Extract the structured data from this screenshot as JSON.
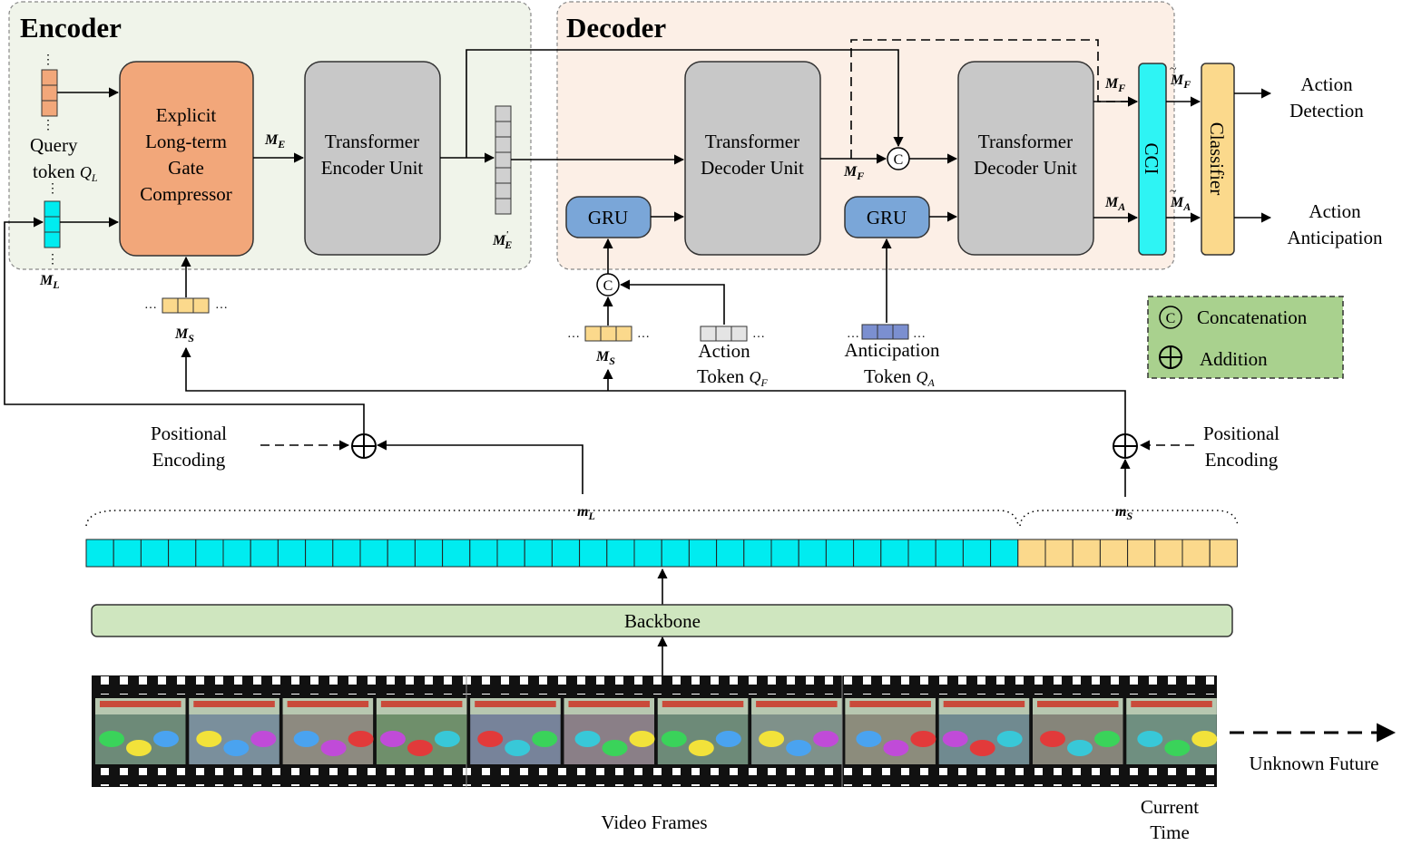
{
  "encoder": {
    "title": "Encoder",
    "query_token": [
      "Query",
      "token"
    ],
    "query_symbol": "Q",
    "query_sub": "L",
    "gate": [
      "Explicit",
      "Long-term",
      "Gate",
      "Compressor"
    ],
    "transformer": [
      "Transformer",
      "Encoder Unit"
    ],
    "me_label": "M",
    "me_sub": "E",
    "me_prime_label": "M",
    "me_prime_sub": "E",
    "ml_label": "M",
    "ml_sub": "L",
    "ms_label": "M",
    "ms_sub": "S"
  },
  "decoder": {
    "title": "Decoder",
    "gru": "GRU",
    "transformer": [
      "Transformer",
      "Decoder Unit"
    ],
    "mf_label": "M",
    "mf_sub": "F",
    "ma_label": "M",
    "ma_sub": "A",
    "cci": "CCI",
    "classifier": "Classifier",
    "action_token": [
      "Action",
      "Token"
    ],
    "action_symbol": "Q",
    "action_sub": "F",
    "anticipation_token": [
      "Anticipation",
      "Token"
    ],
    "anticipation_symbol": "Q",
    "anticipation_sub": "A",
    "ms_label": "M",
    "ms_sub": "S"
  },
  "outputs": {
    "detection": [
      "Action",
      "Detection"
    ],
    "anticipation": [
      "Action",
      "Anticipation"
    ]
  },
  "legend": {
    "concat_symbol": "C",
    "concat": "Concatenation",
    "addition": "Addition"
  },
  "positional_encoding": [
    "Positional",
    "Encoding"
  ],
  "memory": {
    "ml_label": "m",
    "ml_sub": "L",
    "ms_label": "m",
    "ms_sub": "S",
    "long_count": 34,
    "short_count": 8
  },
  "backbone": "Backbone",
  "video_frames": "Video Frames",
  "current_time": [
    "Current",
    "Time"
  ],
  "unknown_future": "Unknown Future",
  "dots": "...",
  "colors": {
    "encoder_bg": "#f0f4ea",
    "decoder_bg": "#fcefe6",
    "gate": "#f2a77a",
    "transformer": "#c8c8c8",
    "gru": "#7aa6d8",
    "cci": "#2ef4f4",
    "classifier": "#fbd98c",
    "long_memory": "#00ecf0",
    "short_memory": "#fbd98c",
    "backbone": "#cfe6bf",
    "legend": "#a9d18e",
    "query_token": "#f2a77a",
    "action_token": "#e4e4e4",
    "anticipation_token": "#7b8fd0",
    "me_prime": "#d0d0d0"
  }
}
